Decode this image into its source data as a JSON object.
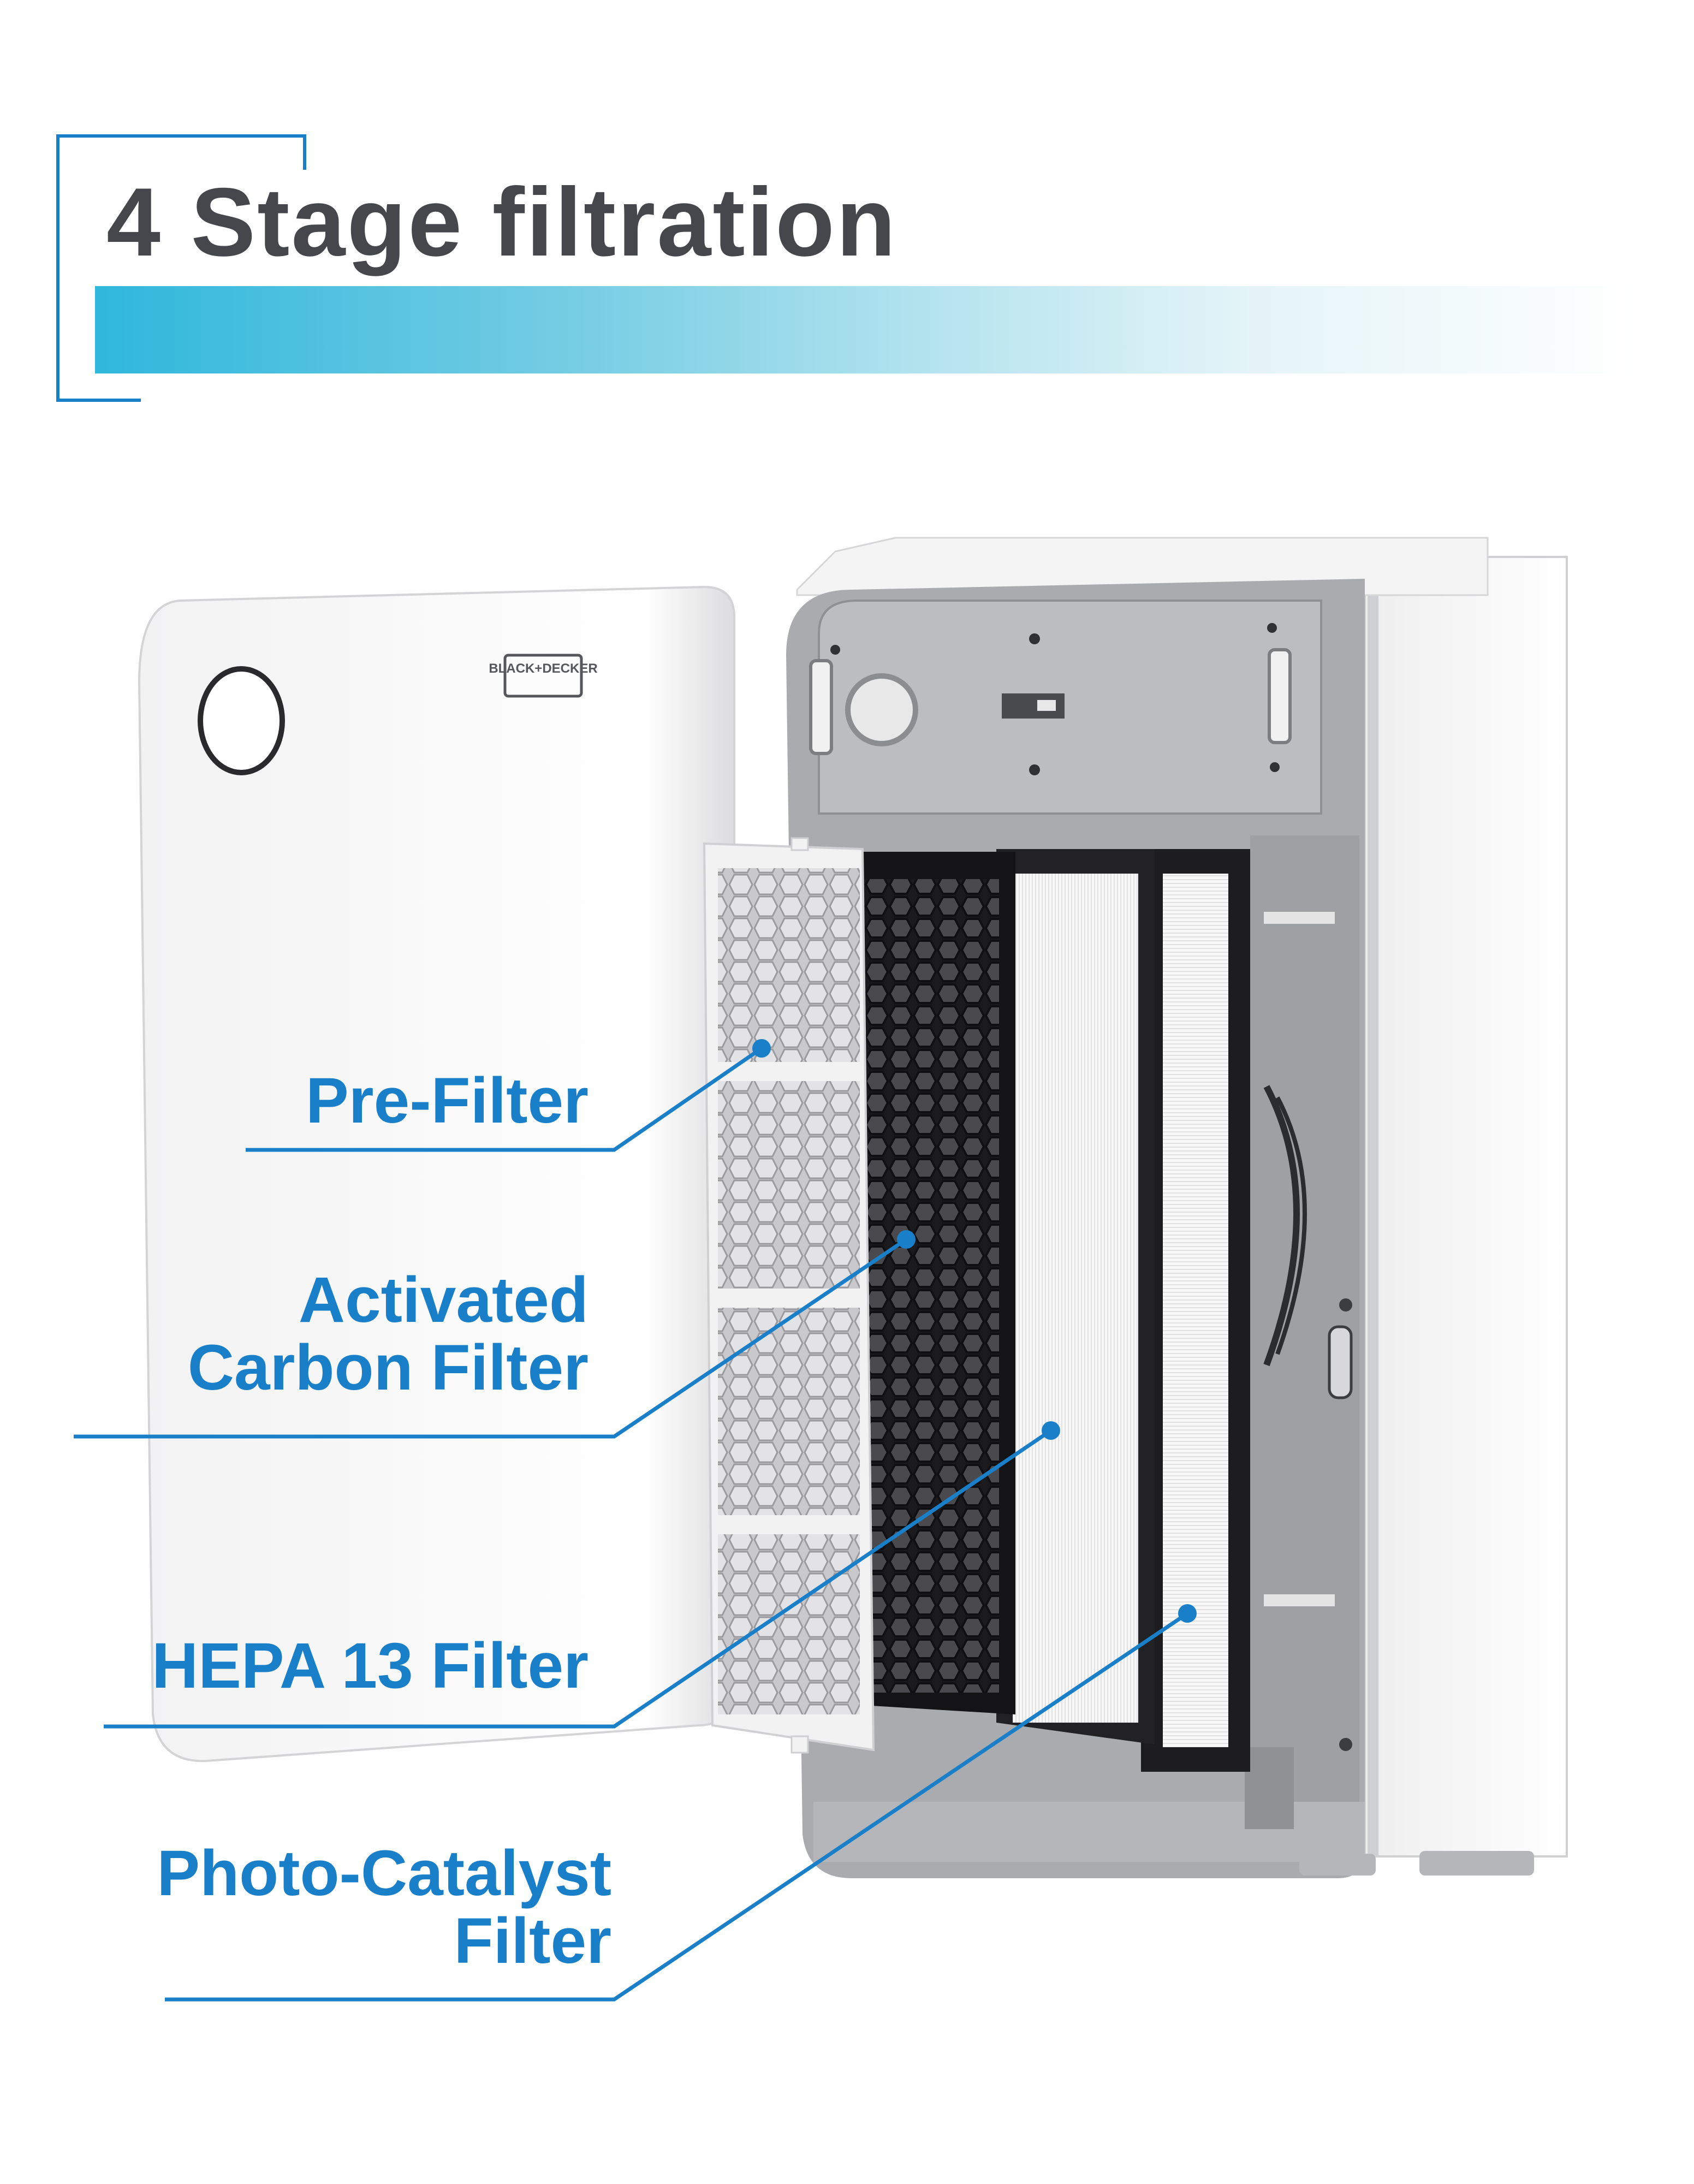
{
  "header": {
    "title": "4 Stage filtration"
  },
  "product": {
    "brand_badge": "BLACK+DECKER"
  },
  "callouts": [
    {
      "lines": [
        "Pre-Filter"
      ]
    },
    {
      "lines": [
        "Activated",
        "Carbon Filter"
      ]
    },
    {
      "lines": [
        "HEPA 13 Filter"
      ]
    },
    {
      "lines": [
        "Photo-Catalyst",
        "Filter"
      ]
    }
  ],
  "colors": {
    "accent_blue": "#1a7fc9",
    "title_gray": "#45474c",
    "gradient_start": "#2fb7dc"
  }
}
